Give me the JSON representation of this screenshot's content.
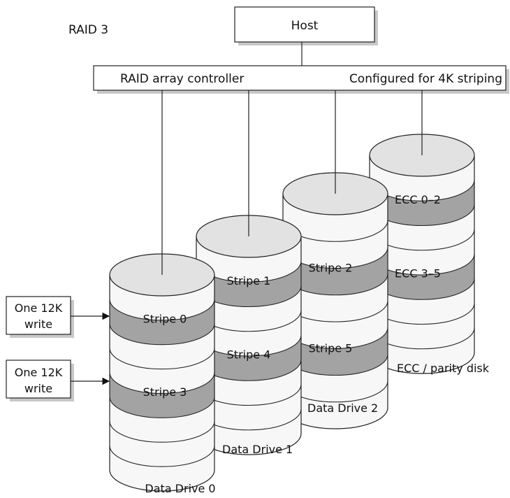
{
  "title": "RAID 3",
  "host": {
    "label": "Host"
  },
  "controller": {
    "label": "RAID array controller",
    "config": "Configured for 4K striping"
  },
  "writes": [
    {
      "label_line1": "One 12K",
      "label_line2": "write"
    },
    {
      "label_line1": "One 12K",
      "label_line2": "write"
    }
  ],
  "drives": [
    {
      "name": "Data Drive 0",
      "stripes": [
        "Stripe 0",
        "Stripe 3"
      ]
    },
    {
      "name": "Data Drive 1",
      "stripes": [
        "Stripe 1",
        "Stripe 4"
      ]
    },
    {
      "name": "Data Drive 2",
      "stripes": [
        "Stripe 2",
        "Stripe 5"
      ]
    },
    {
      "name": "ECC / parity disk",
      "stripes": [
        "ECC 0–2",
        "ECC 3–5"
      ]
    }
  ],
  "colors": {
    "platter_top": "#e2e2e2",
    "platter_side": "#f7f7f7",
    "stripe_band": "#a3a3a3",
    "outline": "#222222"
  }
}
